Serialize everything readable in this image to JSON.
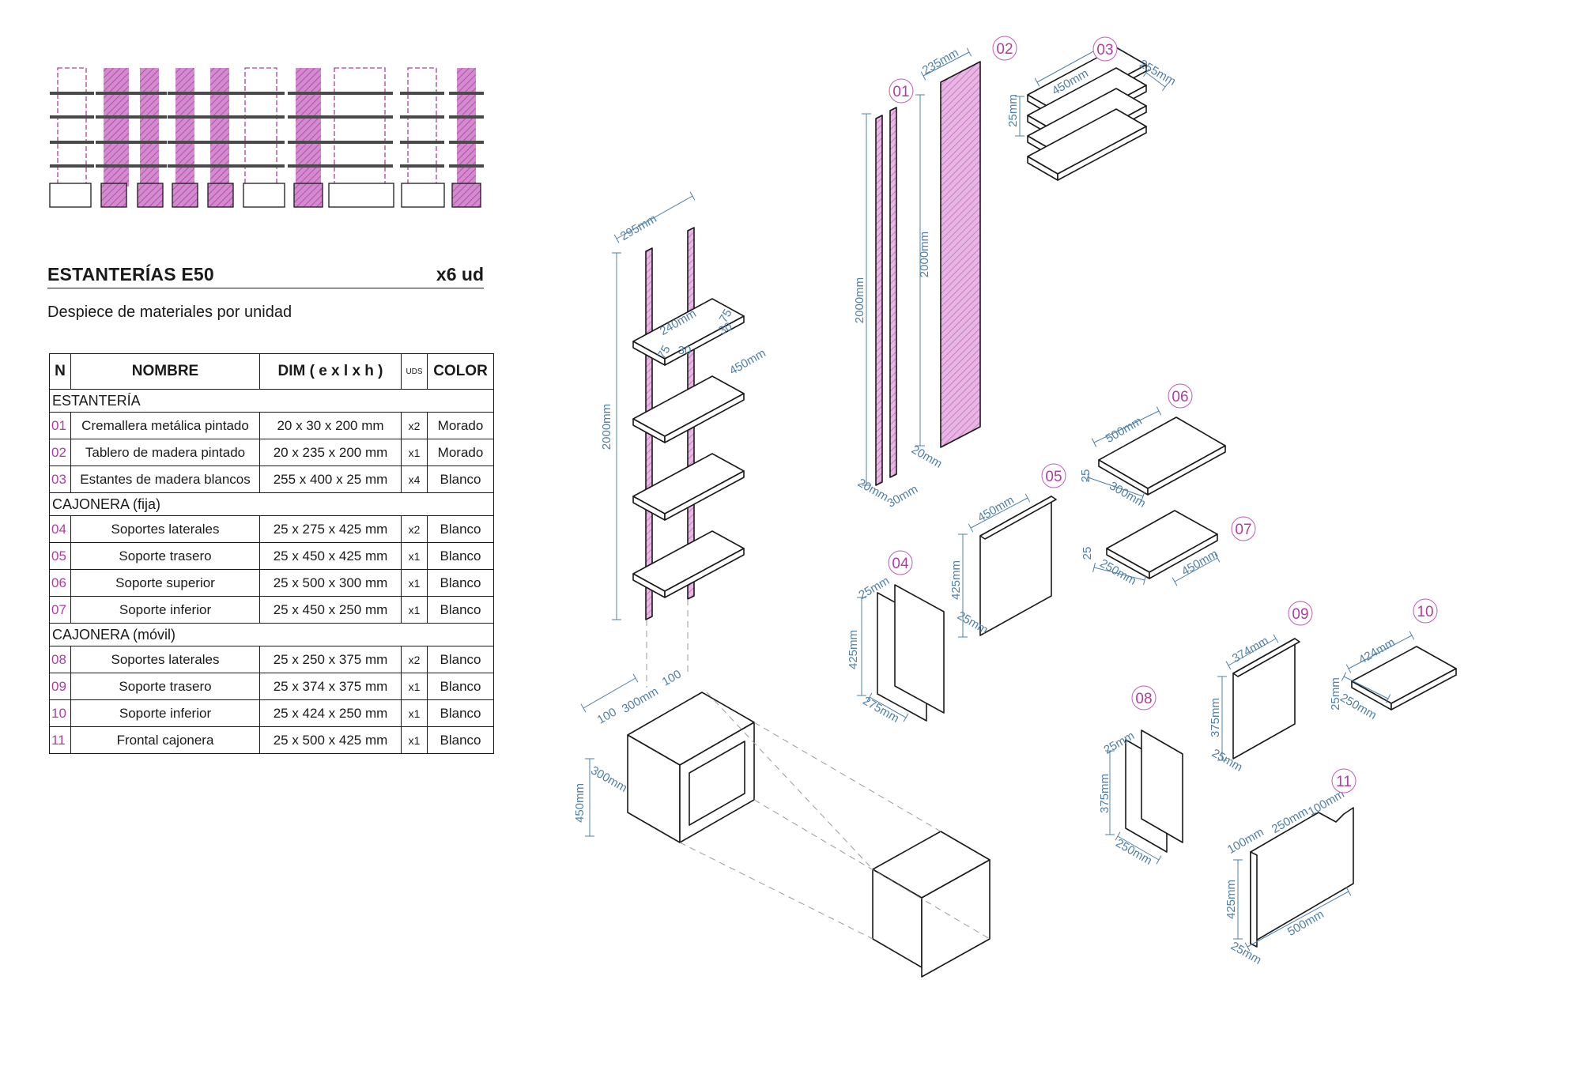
{
  "colors": {
    "accent": "#b03da0",
    "fill": "#d38bcf",
    "dim": "#4e80a8",
    "line": "#1a1a1a"
  },
  "header": {
    "title": "ESTANTERÍAS E50",
    "units": "x6 ud",
    "subtitle": "Despiece de materiales por unidad"
  },
  "table": {
    "columns": [
      "N",
      "NOMBRE",
      "DIM ( e x l x h )",
      "UDS",
      "COLOR"
    ],
    "sections": [
      {
        "title": "ESTANTERÍA",
        "rows": [
          [
            "01",
            "Cremallera metálica pintado",
            "20 x 30 x 200 mm",
            "x2",
            "Morado"
          ],
          [
            "02",
            "Tablero de madera pintado",
            "20 x 235 x 200 mm",
            "x1",
            "Morado"
          ],
          [
            "03",
            "Estantes de madera blancos",
            "255 x 400 x 25 mm",
            "x4",
            "Blanco"
          ]
        ]
      },
      {
        "title": "CAJONERA (fija)",
        "rows": [
          [
            "04",
            "Soportes laterales",
            "25 x 275 x 425 mm",
            "x2",
            "Blanco"
          ],
          [
            "05",
            "Soporte trasero",
            "25 x 450 x 425 mm",
            "x1",
            "Blanco"
          ],
          [
            "06",
            "Soporte superior",
            "25 x 500 x 300 mm",
            "x1",
            "Blanco"
          ],
          [
            "07",
            "Soporte inferior",
            "25 x 450 x 250 mm",
            "x1",
            "Blanco"
          ]
        ]
      },
      {
        "title": "CAJONERA (móvil)",
        "rows": [
          [
            "08",
            "Soportes laterales",
            "25 x 250 x 375 mm",
            "x2",
            "Blanco"
          ],
          [
            "09",
            "Soporte trasero",
            "25 x 374 x 375 mm",
            "x1",
            "Blanco"
          ],
          [
            "10",
            "Soporte inferior",
            "25 x 424 x 250 mm",
            "x1",
            "Blanco"
          ],
          [
            "11",
            "Frontal cajonera",
            "25 x 500 x 425 mm",
            "x1",
            "Blanco"
          ]
        ]
      }
    ]
  },
  "part_labels": [
    "01",
    "02",
    "03",
    "04",
    "05",
    "06",
    "07",
    "08",
    "09",
    "10",
    "11"
  ],
  "dims": {
    "assembly": [
      "295mm",
      "240mm",
      "75",
      "30",
      "75",
      "30",
      "450mm",
      "2000mm",
      "100",
      "300mm",
      "100",
      "300mm",
      "450mm"
    ],
    "p01": [
      "2000mm",
      "20mm",
      "30mm"
    ],
    "p02": [
      "235mm",
      "2000mm",
      "20mm"
    ],
    "p03": [
      "450mm",
      "255mm",
      "25mm"
    ],
    "p04": [
      "25mm",
      "425mm",
      "275mm"
    ],
    "p05": [
      "450mm",
      "425mm",
      "25mm"
    ],
    "p06": [
      "500mm",
      "25",
      "300mm"
    ],
    "p07": [
      "25",
      "250mm",
      "450mm"
    ],
    "p08": [
      "25mm",
      "375mm",
      "250mm"
    ],
    "p09": [
      "374mm",
      "375mm",
      "25mm"
    ],
    "p10": [
      "424mm",
      "25mm",
      "250mm"
    ],
    "p11": [
      "100mm",
      "250mm",
      "100mm",
      "425mm",
      "25mm",
      "500mm"
    ]
  }
}
